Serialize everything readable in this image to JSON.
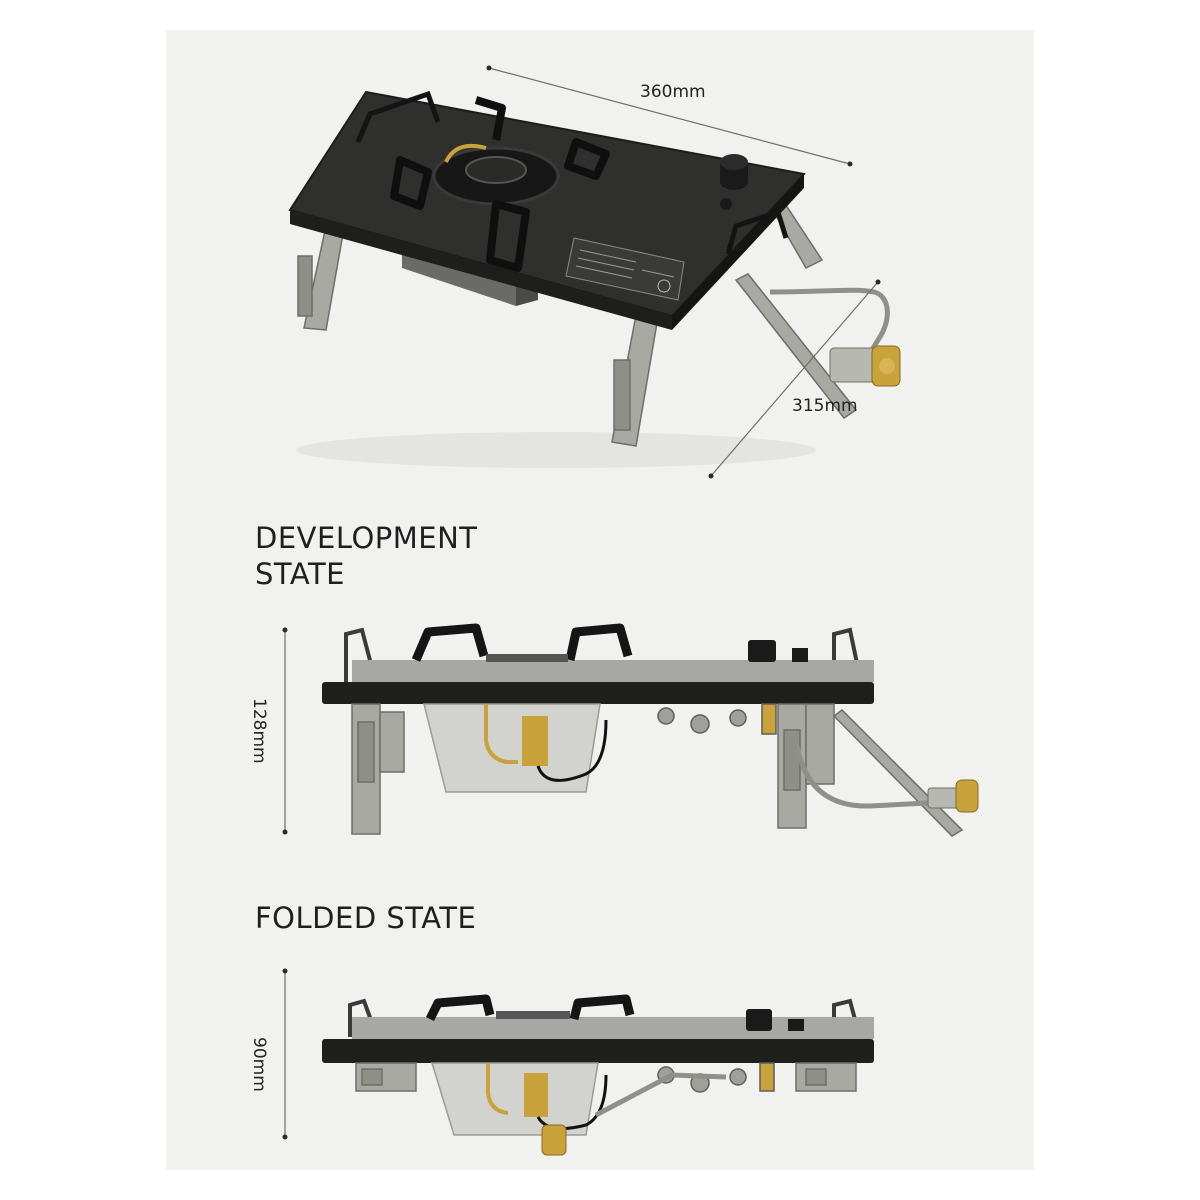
{
  "dimensions": {
    "top_width": "360mm",
    "top_depth": "315mm",
    "development_height": "128mm",
    "folded_height": "90mm"
  },
  "sections": {
    "development": {
      "line1": "DEVELOPMENT",
      "line2": "STATE"
    },
    "folded": {
      "line1": "FOLDED STATE"
    }
  },
  "colors": {
    "panel_background": "#f1f1f0",
    "stove_top": "#2c2c2c",
    "legs": "#a8a9a2",
    "brass": "#c9a23c"
  }
}
